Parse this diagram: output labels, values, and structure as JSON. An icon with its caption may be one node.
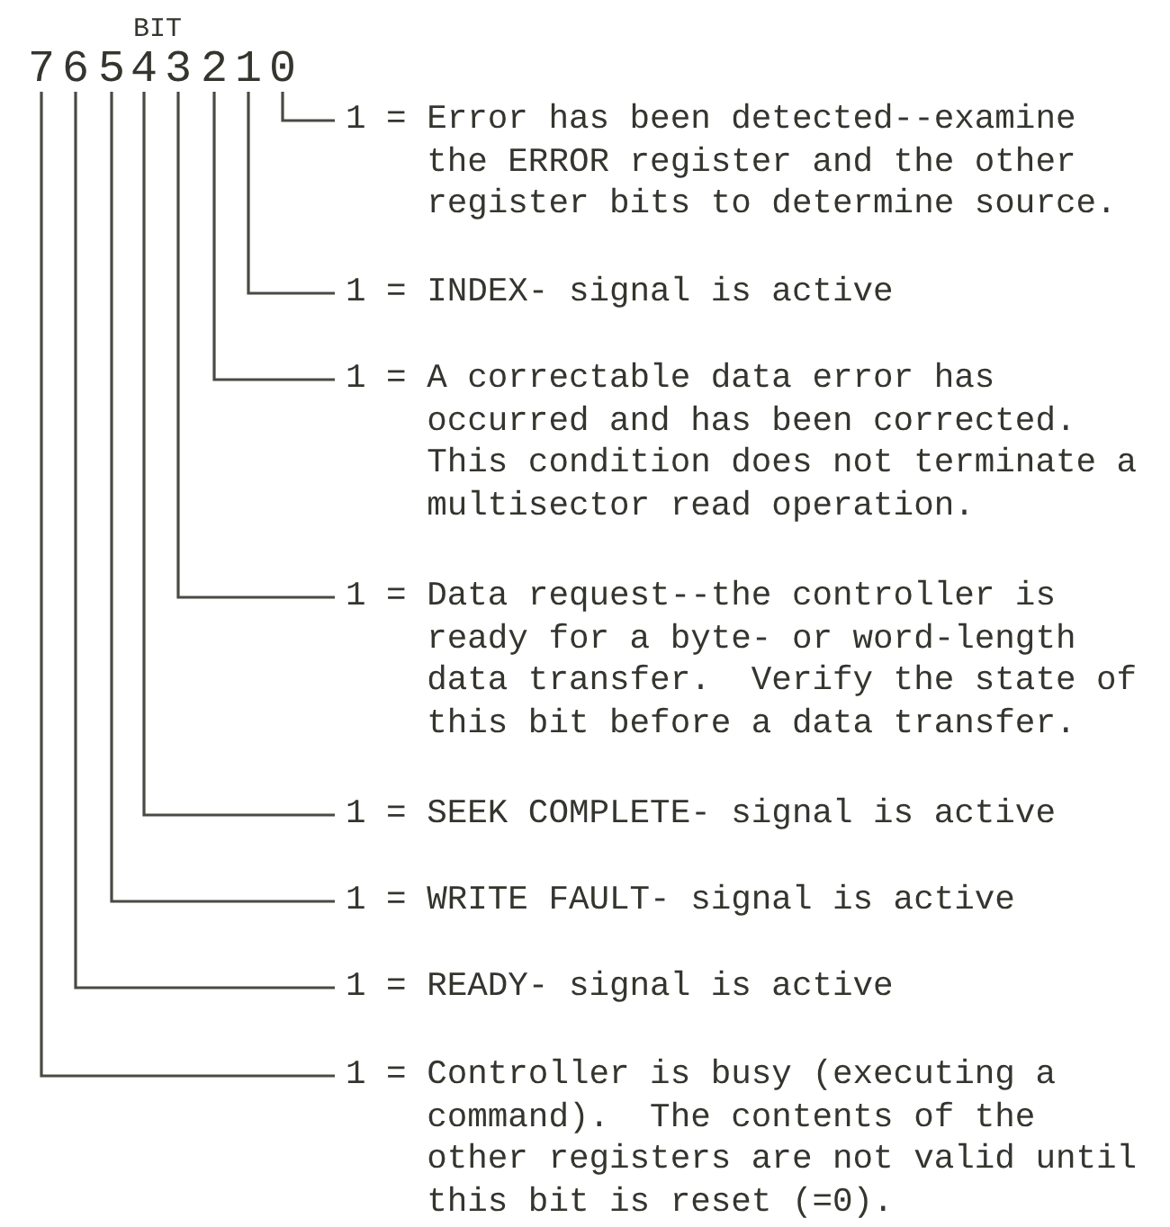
{
  "diagram": {
    "nodes": [
      {
        "text": [
          "7"
        ]
      },
      {
        "text": [
          "6"
        ]
      },
      {
        "text": [
          "5"
        ]
      },
      {
        "text": [
          "4"
        ]
      },
      {
        "text": [
          "3"
        ]
      },
      {
        "text": [
          "2"
        ]
      },
      {
        "text": [
          "1"
        ]
      },
      {
        "text": [
          "0"
        ]
      },
      {
        "text": [
          "1 = Error has been detected--examine the ERROR register and the other register bits to determine source."
        ]
      },
      {
        "text": [
          "1 = INDEX- signal is active"
        ]
      },
      {
        "text": [
          "1 = A correctable data error has occurred and has been corrected. This condition does not terminate a multisector read operation."
        ]
      },
      {
        "text": [
          "1 = Data request--the controller is ready for a byte- or word-length data transfer.  Verify the state of this bit before a data transfer."
        ]
      },
      {
        "text": [
          "1 = SEEK COMPLETE- signal is active"
        ]
      },
      {
        "text": [
          "1 = WRITE FAULT- signal is active"
        ]
      },
      {
        "text": [
          "1 = READY- signal is active"
        ]
      },
      {
        "text": [
          "1 = Controller is busy (executing a command).  The contents of the other registers are not valid until this bit is reset (=0)."
        ]
      }
    ],
    "edges": [
      {
        "from": 7,
        "to": 8,
        "arrow": "none"
      },
      {
        "from": 6,
        "to": 9,
        "arrow": "none"
      },
      {
        "from": 5,
        "to": 10,
        "arrow": "none"
      },
      {
        "from": 4,
        "to": 11,
        "arrow": "none"
      },
      {
        "from": 3,
        "to": 12,
        "arrow": "none"
      },
      {
        "from": 2,
        "to": 13,
        "arrow": "none"
      },
      {
        "from": 1,
        "to": 14,
        "arrow": "none"
      },
      {
        "from": 0,
        "to": 15,
        "arrow": "none"
      }
    ],
    "labels": [
      "BIT"
    ]
  }
}
